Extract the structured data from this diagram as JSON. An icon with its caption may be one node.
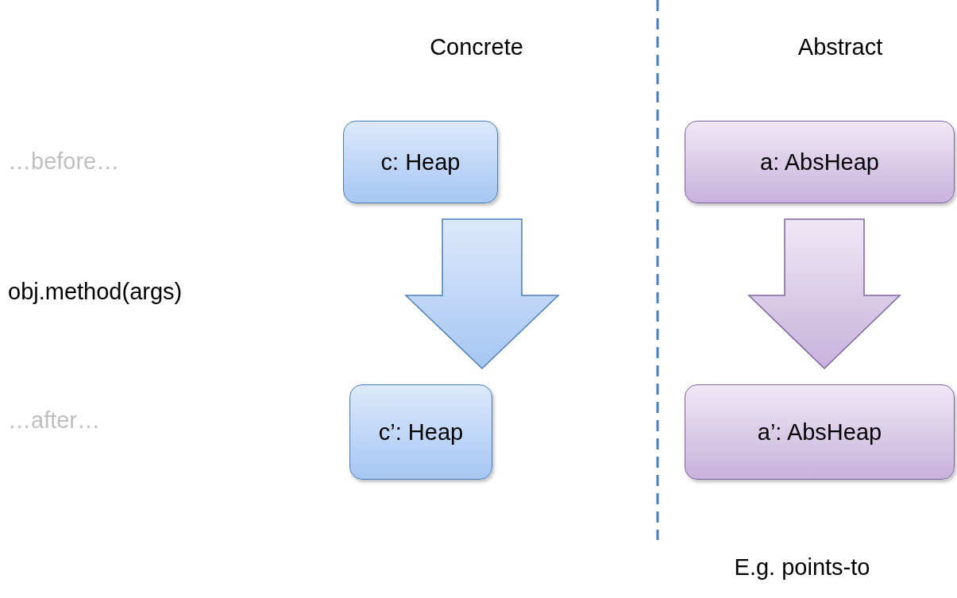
{
  "diagram": {
    "nodes": [
      {
        "text": [
          "c: Heap"
        ]
      },
      {
        "text": [
          "c’: Heap"
        ]
      },
      {
        "text": [
          "a: AbsHeap"
        ]
      },
      {
        "text": [
          "a’: AbsHeap"
        ]
      }
    ],
    "edges": [
      {
        "from": 0,
        "to": 1,
        "arrow": "to"
      },
      {
        "from": 2,
        "to": 3,
        "arrow": "to"
      }
    ],
    "labels": [
      "Concrete",
      "Abstract",
      "…before…",
      "obj.method(args)",
      "…after…",
      "E.g. points-to"
    ]
  }
}
